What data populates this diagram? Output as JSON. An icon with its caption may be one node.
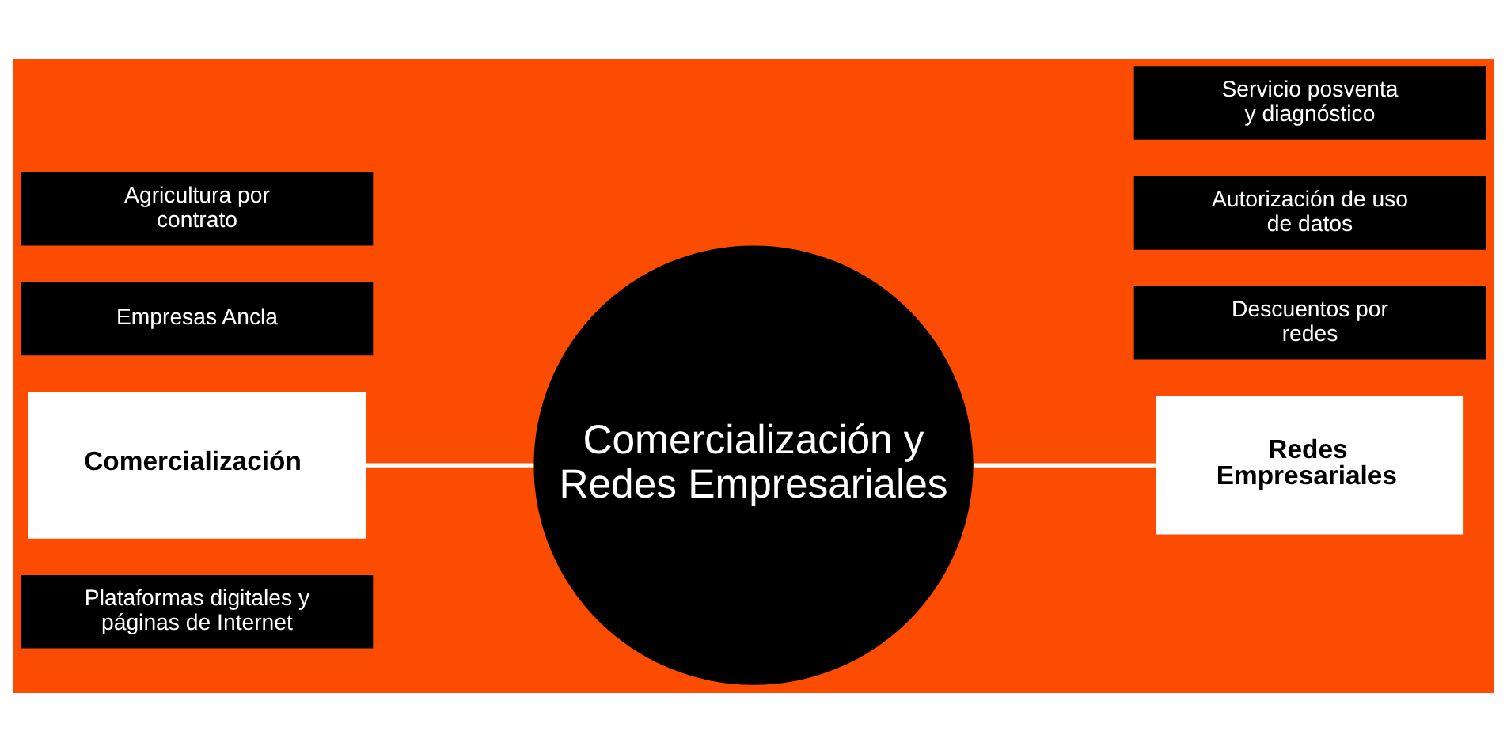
{
  "diagram": {
    "nodes": [
      {
        "text": [
          "Comercialización y Redes Empresariales"
        ]
      },
      {
        "text": [
          "Comercialización"
        ]
      },
      {
        "text": [
          "Redes Empresariales"
        ]
      },
      {
        "text": [
          "Agricultura por contrato"
        ]
      },
      {
        "text": [
          "Empresas Ancla"
        ]
      },
      {
        "text": [
          "Plataformas digitales y páginas de Internet"
        ]
      },
      {
        "text": [
          "Servicio posventa y diagnóstico"
        ]
      },
      {
        "text": [
          "Autorización de uso de datos"
        ]
      },
      {
        "text": [
          "Descuentos por redes"
        ]
      }
    ],
    "edges": [
      {
        "from": 1,
        "to": 0,
        "arrow": "none"
      },
      {
        "from": 0,
        "to": 2,
        "arrow": "none"
      }
    ]
  }
}
